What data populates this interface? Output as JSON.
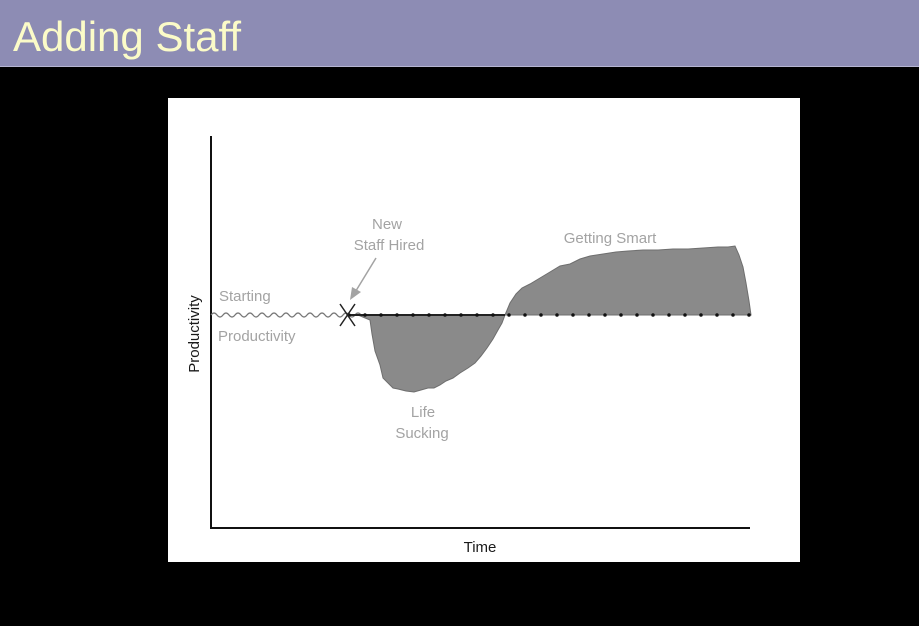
{
  "slide": {
    "title": "Adding Staff",
    "colors": {
      "title_bar": "#8d8cb4",
      "title_text": "#fbfbc8",
      "background": "#000000",
      "panel": "#ffffff",
      "fill": "#8a8a8a",
      "annotation_text": "#a3a3a3"
    }
  },
  "diagram": {
    "x_axis_label": "Time",
    "y_axis_label": "Productivity",
    "annotations": {
      "starting_top": "Starting",
      "starting_bottom": "Productivity",
      "new_staff_line1": "New",
      "new_staff_line2": "Staff Hired",
      "getting_smart": "Getting Smart",
      "life_line1": "Life",
      "life_line2": "Sucking"
    },
    "icons": {
      "hire_marker": "x-mark-icon",
      "pointer": "arrow-icon"
    }
  }
}
